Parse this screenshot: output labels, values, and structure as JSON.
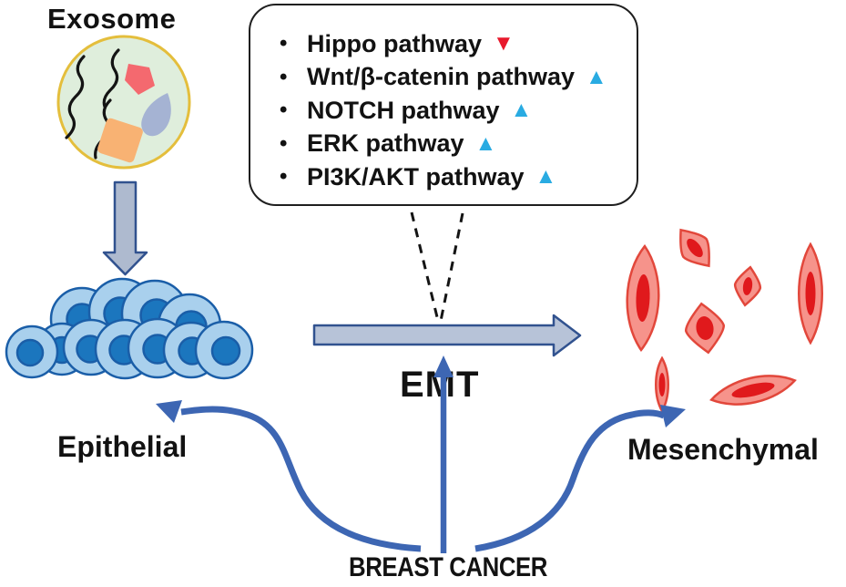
{
  "diagram": {
    "exosome_label": "Exosome",
    "emt_label": "EMT",
    "epithelial_label": "Epithelial",
    "mesenchymal_label": "Mesenchymal",
    "breast_cancer_label": "BREAST CANCER"
  },
  "pathway_box": {
    "bullet": "•",
    "items": [
      {
        "label": "Hippo pathway",
        "marker": "▼",
        "direction": "down",
        "marker_color": "#e8192c"
      },
      {
        "label": "Wnt/β-catenin pathway",
        "marker": "▲",
        "direction": "up",
        "marker_color": "#29abe2"
      },
      {
        "label": "NOTCH pathway",
        "marker": "▲",
        "direction": "up",
        "marker_color": "#29abe2"
      },
      {
        "label": "ERK pathway",
        "marker": "▲",
        "direction": "up",
        "marker_color": "#29abe2"
      },
      {
        "label": "PI3K/AKT pathway",
        "marker": "▲",
        "direction": "up",
        "marker_color": "#29abe2"
      }
    ]
  },
  "colors": {
    "background": "#ffffff",
    "text": "#121212",
    "box_border": "#1f1f1f",
    "upregulated_marker": "#29abe2",
    "downregulated_marker": "#e8192c",
    "blue_arrow": "#3d66b3",
    "gray_arrow_fill": "#b4c1d6",
    "gray_arrow_stroke": "#31528f",
    "epithelial_cell_fill": "#a9d0ed",
    "epithelial_cell_stroke": "#1a5ea8",
    "epithelial_nucleus": "#1b76be",
    "mesenchymal_cell_fill": "#f6938b",
    "mesenchymal_cell_stroke": "#e2473b",
    "mesenchymal_nucleus": "#e0191c",
    "exosome_fill": "#dfeedc",
    "exosome_stroke": "#e4be3c",
    "cargo_pink": "#f4696f",
    "cargo_orange": "#f8b273",
    "cargo_gray_blue": "#a5b3d3"
  }
}
